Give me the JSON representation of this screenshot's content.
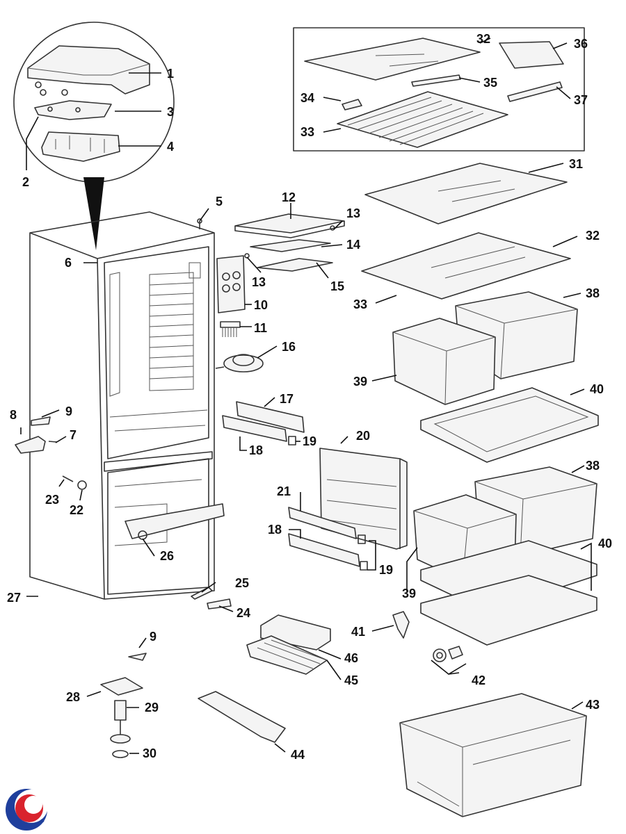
{
  "diagram": {
    "type": "exploded-parts-diagram",
    "callouts": [
      {
        "id": "c1",
        "text": "1"
      },
      {
        "id": "c2",
        "text": "2"
      },
      {
        "id": "c3",
        "text": "3"
      },
      {
        "id": "c4",
        "text": "4"
      },
      {
        "id": "c5",
        "text": "5"
      },
      {
        "id": "c6",
        "text": "6"
      },
      {
        "id": "c7",
        "text": "7"
      },
      {
        "id": "c8",
        "text": "8"
      },
      {
        "id": "c9a",
        "text": "9"
      },
      {
        "id": "c9b",
        "text": "9"
      },
      {
        "id": "c10",
        "text": "10"
      },
      {
        "id": "c11",
        "text": "11"
      },
      {
        "id": "c12",
        "text": "12"
      },
      {
        "id": "c13a",
        "text": "13"
      },
      {
        "id": "c13b",
        "text": "13"
      },
      {
        "id": "c14",
        "text": "14"
      },
      {
        "id": "c15",
        "text": "15"
      },
      {
        "id": "c16",
        "text": "16"
      },
      {
        "id": "c17",
        "text": "17"
      },
      {
        "id": "c18a",
        "text": "18"
      },
      {
        "id": "c18b",
        "text": "18"
      },
      {
        "id": "c19a",
        "text": "19"
      },
      {
        "id": "c19b",
        "text": "19"
      },
      {
        "id": "c20",
        "text": "20"
      },
      {
        "id": "c21",
        "text": "21"
      },
      {
        "id": "c22",
        "text": "22"
      },
      {
        "id": "c23",
        "text": "23"
      },
      {
        "id": "c24",
        "text": "24"
      },
      {
        "id": "c25",
        "text": "25"
      },
      {
        "id": "c26",
        "text": "26"
      },
      {
        "id": "c27",
        "text": "27"
      },
      {
        "id": "c28",
        "text": "28"
      },
      {
        "id": "c29",
        "text": "29"
      },
      {
        "id": "c30",
        "text": "30"
      },
      {
        "id": "c31",
        "text": "31"
      },
      {
        "id": "c32a",
        "text": "32"
      },
      {
        "id": "c32b",
        "text": "32"
      },
      {
        "id": "c33a",
        "text": "33"
      },
      {
        "id": "c33b",
        "text": "33"
      },
      {
        "id": "c34",
        "text": "34"
      },
      {
        "id": "c35",
        "text": "35"
      },
      {
        "id": "c36",
        "text": "36"
      },
      {
        "id": "c37",
        "text": "37"
      },
      {
        "id": "c38a",
        "text": "38"
      },
      {
        "id": "c38b",
        "text": "38"
      },
      {
        "id": "c39a",
        "text": "39"
      },
      {
        "id": "c39b",
        "text": "39"
      },
      {
        "id": "c40a",
        "text": "40"
      },
      {
        "id": "c40b",
        "text": "40"
      },
      {
        "id": "c41",
        "text": "41"
      },
      {
        "id": "c42",
        "text": "42"
      },
      {
        "id": "c43",
        "text": "43"
      },
      {
        "id": "c44",
        "text": "44"
      },
      {
        "id": "c45",
        "text": "45"
      },
      {
        "id": "c46",
        "text": "46"
      }
    ]
  },
  "logo": {
    "name": "brand-logo",
    "colors": [
      "#1f3f9c",
      "#d9232d"
    ]
  }
}
